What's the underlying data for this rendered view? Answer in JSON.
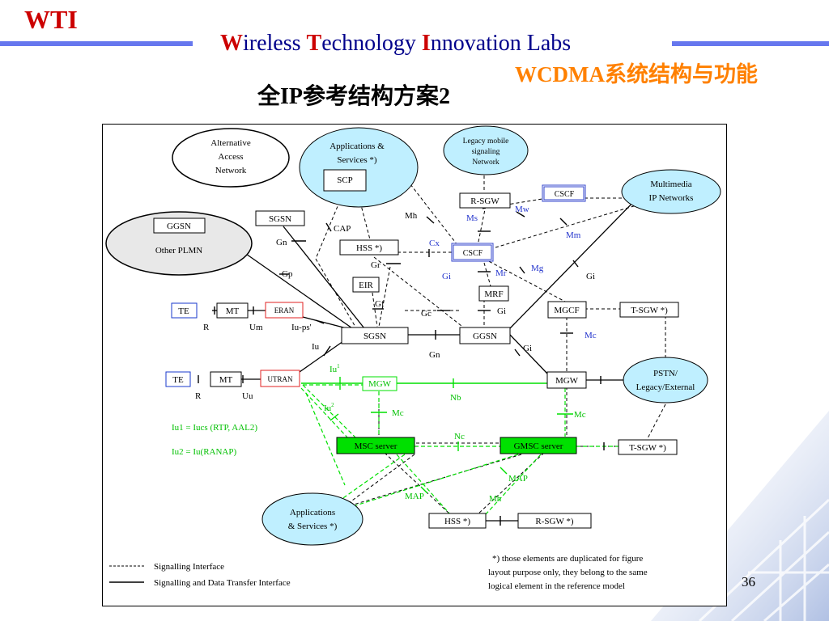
{
  "header": {
    "logo": "WTI",
    "lab_title": {
      "w": "W",
      "w_rest": "ireless ",
      "t": "T",
      "t_rest": "echnology ",
      "i": "I",
      "i_rest": "nnovation Labs"
    },
    "topic": "WCDMA系统结构与功能",
    "slide_title": "全IP参考结构方案2"
  },
  "page_number": "36",
  "colors": {
    "accent_red": "#cc0000",
    "title_blue": "#00008b",
    "topic_orange": "#ff8000",
    "green": "#00e000",
    "ellipse_fill": "#bfefff"
  },
  "nodes": {
    "alt_access": [
      "Alternative",
      "Access",
      "Network"
    ],
    "apps_services_top": [
      "Applications &",
      "Services *)"
    ],
    "scp": "SCP",
    "legacy_mobile": [
      "Legacy mobile",
      "signaling",
      "Network"
    ],
    "multimedia": [
      "Multimedia",
      "IP Networks"
    ],
    "other_plmn": "Other PLMN",
    "ggsn_other": "GGSN",
    "sgsn_top": "SGSN",
    "hss_top": "HSS *)",
    "eir": "EIR",
    "rsgw_top": "R-SGW",
    "cscf_top": "CSCF",
    "cscf_mid": "CSCF",
    "mrf": "MRF",
    "te1": "TE",
    "mt1": "MT",
    "eran": "ERAN",
    "sgsn_main": "SGSN",
    "ggsn_main": "GGSN",
    "mgcf": "MGCF",
    "tsgw1": "T-SGW *)",
    "te2": "TE",
    "mt2": "MT",
    "utran": "UTRAN",
    "mgw_green": "MGW",
    "mgw_main": "MGW",
    "pstn": [
      "PSTN/",
      "Legacy/External"
    ],
    "msc_server": "MSC server",
    "gmsc_server": "GMSC server",
    "tsgw2": "T-SGW *)",
    "apps_services_bottom": [
      "Applications",
      "& Services *)"
    ],
    "hss_bottom": "HSS *)",
    "rsgw_bottom": "R-SGW *)"
  },
  "interfaces": {
    "cap": "CAP",
    "gn1": "Gn",
    "gp": "Gp",
    "mh1": "Mh",
    "ms": "Ms",
    "mw": "Mw",
    "mm": "Mm",
    "cx": "Cx",
    "gr": "Gr",
    "gi1": "Gi",
    "mr": "Mr",
    "mg": "Mg",
    "gi2": "Gi",
    "gf": "Gf",
    "gc": "Gc",
    "gi3": "Gi",
    "r1": "R",
    "um": "Um",
    "iups": "Iu-ps'",
    "iu": "Iu",
    "gn2": "Gn",
    "gi4": "Gi",
    "mc1": "Mc",
    "iu1": "Iu",
    "r2": "R",
    "uu": "Uu",
    "nb": "Nb",
    "iu2": "Iu",
    "mc2": "Mc",
    "mc3": "Mc",
    "nc": "Nc",
    "map1": "MAP",
    "map2": "MAP",
    "mh2": "Mh"
  },
  "notes": {
    "iu1_def": "Iu1 = Iucs (RTP,  AAL2)",
    "iu2_def": "Iu2  = Iu(RANAP)",
    "sup1": "1",
    "sup2": "2"
  },
  "legend": {
    "signalling": "Signalling Interface",
    "signalling_data": "Signalling and Data Transfer Interface"
  },
  "footnote": [
    "*) those elements are duplicated for figure",
    "layout purpose only, they belong to the same",
    "logical element in the reference model"
  ]
}
